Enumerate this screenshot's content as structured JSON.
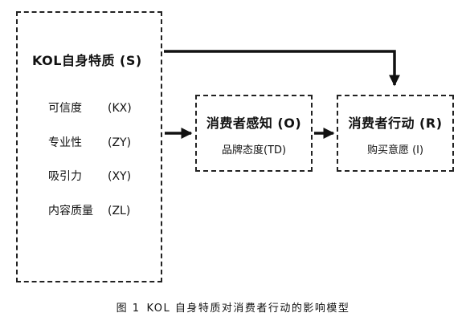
{
  "stimulus": {
    "title": "KOL自身特质 (S)",
    "factors": [
      {
        "name": "可信度",
        "code": "(KX)"
      },
      {
        "name": "专业性",
        "code": "(ZY)"
      },
      {
        "name": "吸引力",
        "code": "(XY)"
      },
      {
        "name": "内容质量",
        "code": "(ZL)"
      }
    ]
  },
  "organism": {
    "title": "消费者感知 (O)",
    "subtitle": "品牌态度(TD)"
  },
  "response": {
    "title": "消费者行动 (R)",
    "subtitle": "购买意愿 (I)"
  },
  "caption": {
    "number": "图 1",
    "text": "KOL 自身特质对消费者行动的影响模型"
  }
}
